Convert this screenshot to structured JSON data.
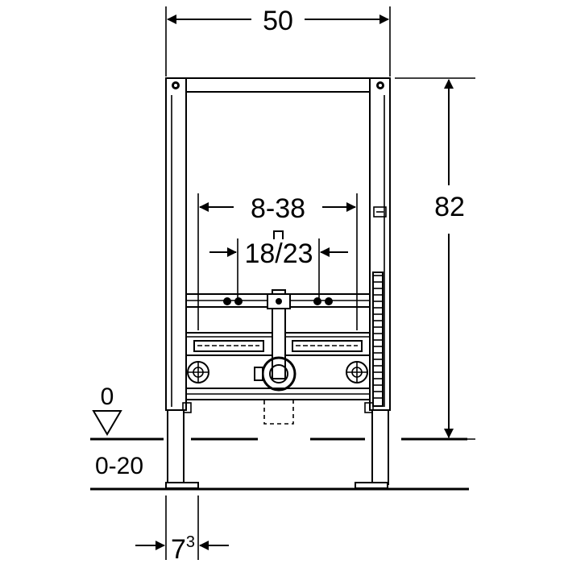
{
  "dimensions": {
    "width": "50",
    "height": "82",
    "outlet_range": "8-38",
    "fixing_spacing": "18/23",
    "floor_reference": "0",
    "floor_range": "0-20",
    "foot_width_base": "7",
    "foot_width_sup": "3"
  }
}
